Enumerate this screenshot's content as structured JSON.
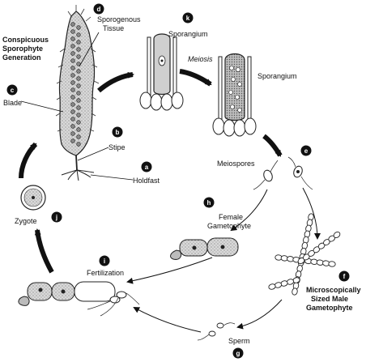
{
  "labels": {
    "sporophyte_title": [
      "Conspicuous",
      "Sporophyte",
      "Generation"
    ],
    "sporogenous_tissue": [
      "Sporogenous",
      "Tissue"
    ],
    "sporangium_top": "Sporangium",
    "meiosis": "Meiosis",
    "sporangium_right": "Sporangium",
    "blade": "Blade",
    "stipe": "Stipe",
    "holdfast": "Holdfast",
    "meiospores": "Meiospores",
    "female_gametophyte": [
      "Female",
      "Gametophyte"
    ],
    "zygote": "Zygote",
    "fertilization": "Fertilization",
    "male_gametophyte": [
      "Microscopically",
      "Sized Male",
      "Gametophyte"
    ],
    "sperm": "Sperm"
  },
  "badges": {
    "a": "a",
    "b": "b",
    "c": "c",
    "d": "d",
    "e": "e",
    "f": "f",
    "g": "g",
    "h": "h",
    "i": "i",
    "j": "j",
    "k": "k"
  }
}
